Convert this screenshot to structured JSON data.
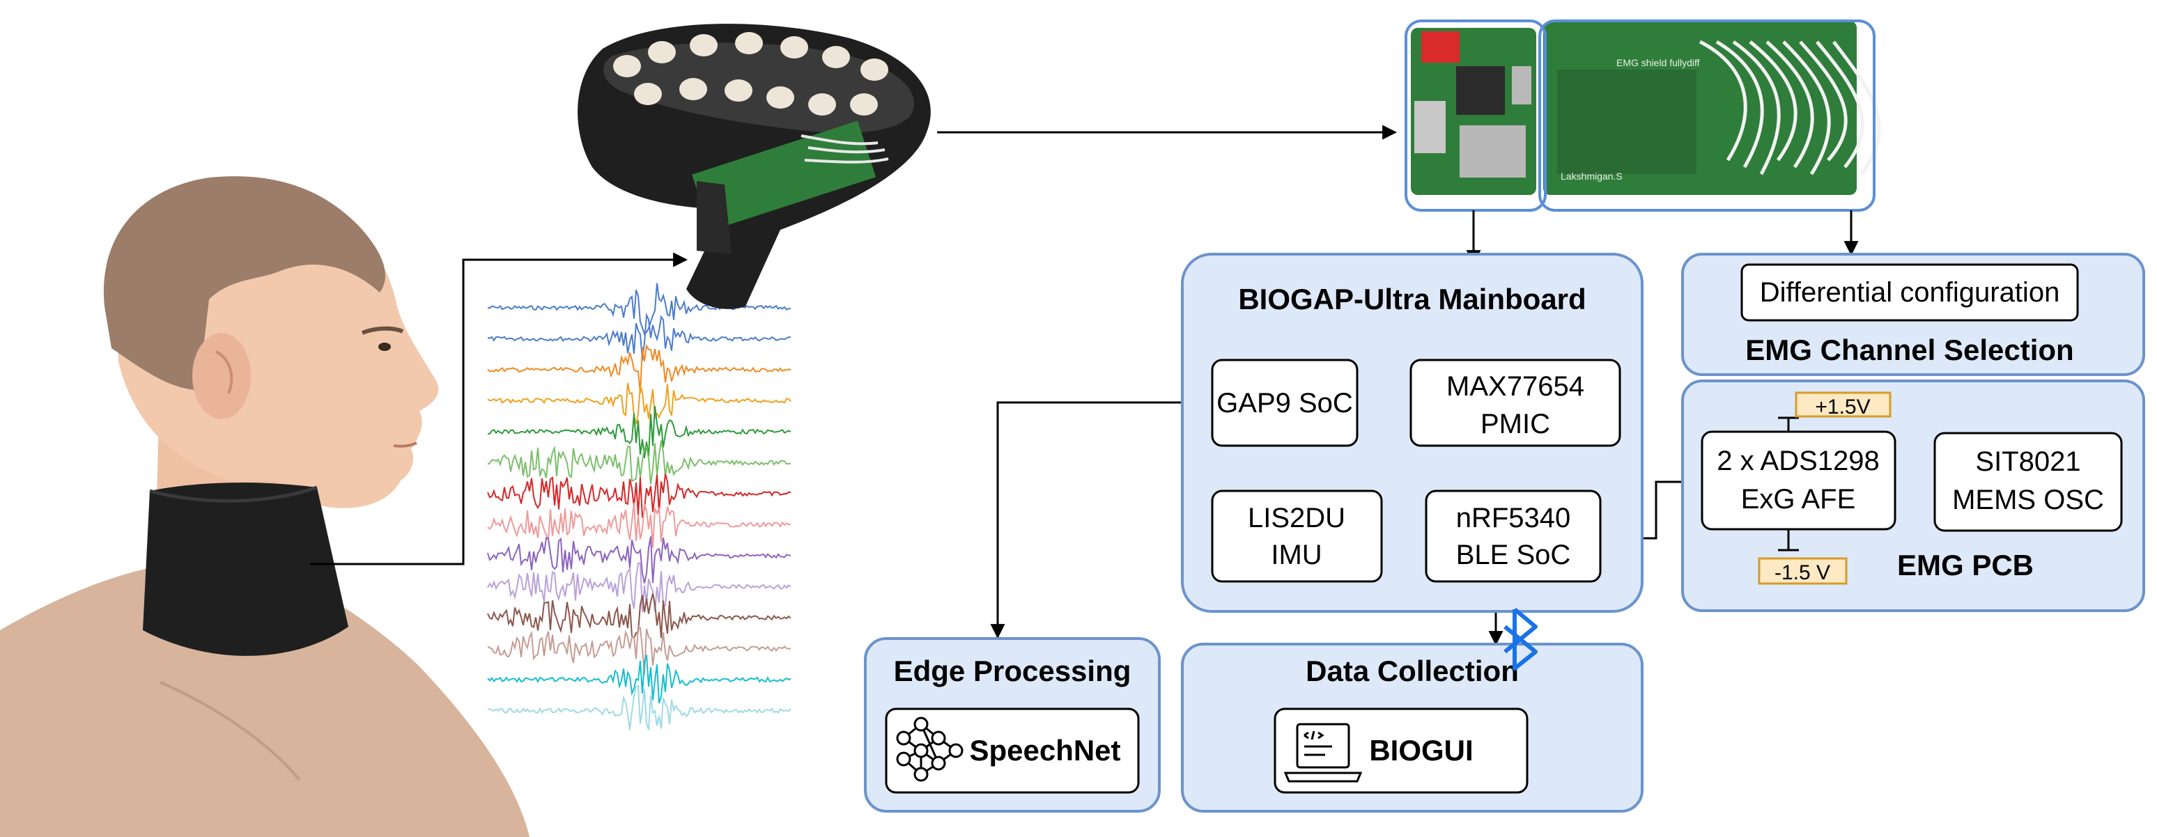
{
  "colors": {
    "panel_fill": "#dde9f8",
    "panel_stroke": "#6c93cc",
    "voltage_fill": "#fde9c3",
    "voltage_stroke": "#d79b2a",
    "bluetooth": "#1a73e8",
    "neckband": "#1f1f1f",
    "pcb_green": "#2f7d3a",
    "skin": "#f2c9ad",
    "shirt": "#d7b49b",
    "hair": "#9b7d6a"
  },
  "signal_colors": [
    "#4c7cc9",
    "#4c7cc9",
    "#f08a24",
    "#f0a11e",
    "#2e9a3a",
    "#7bbf6a",
    "#d62728",
    "#f09a9a",
    "#8c64bc",
    "#b9a2d8",
    "#8c564b",
    "#c49c94",
    "#17becf",
    "#9edae5"
  ],
  "illustrations": {
    "person": "person-profile-with-neckband",
    "neckband": "neckband-electrode-photo",
    "hardware": "hardware-boards-photo",
    "emg_signals": "multichannel-emg-traces",
    "bluetooth": "bluetooth-icon",
    "network": "neural-network-icon",
    "laptop": "laptop-code-icon"
  },
  "hardware_photo": {
    "board_text": "EMG shield fullydiff",
    "board_text2": "Lakshmigan.S"
  },
  "mainboard": {
    "title": "BIOGAP-Ultra Mainboard",
    "gap9": "GAP9 SoC",
    "pmic_line1": "MAX77654",
    "pmic_line2": "PMIC",
    "imu_line1": "LIS2DU",
    "imu_line2": "IMU",
    "ble_line1": "nRF5340",
    "ble_line2": "BLE SoC"
  },
  "channel_selection": {
    "option": "Differential configuration",
    "title": "EMG Channel Selection"
  },
  "emg_pcb": {
    "afe_line1": "2 x ADS1298",
    "afe_line2": "ExG AFE",
    "osc_line1": "SIT8021",
    "osc_line2": "MEMS OSC",
    "vplus": "+1.5V",
    "vminus": "-1.5 V",
    "title": "EMG PCB"
  },
  "edge_processing": {
    "title": "Edge Processing",
    "model": "SpeechNet"
  },
  "data_collection": {
    "title": "Data Collection",
    "app": "BIOGUI"
  }
}
